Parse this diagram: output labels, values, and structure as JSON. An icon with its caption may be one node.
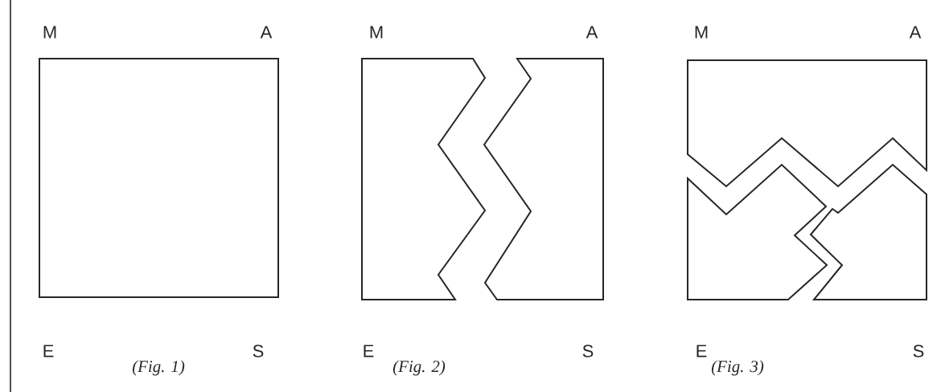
{
  "diagram": {
    "labels": [
      "M",
      "A",
      "M",
      "A",
      "M",
      "A",
      "E",
      "S",
      "E",
      "S",
      "E",
      "S",
      "(Fig. 1)",
      "(Fig. 2)",
      "(Fig. 3)"
    ]
  }
}
